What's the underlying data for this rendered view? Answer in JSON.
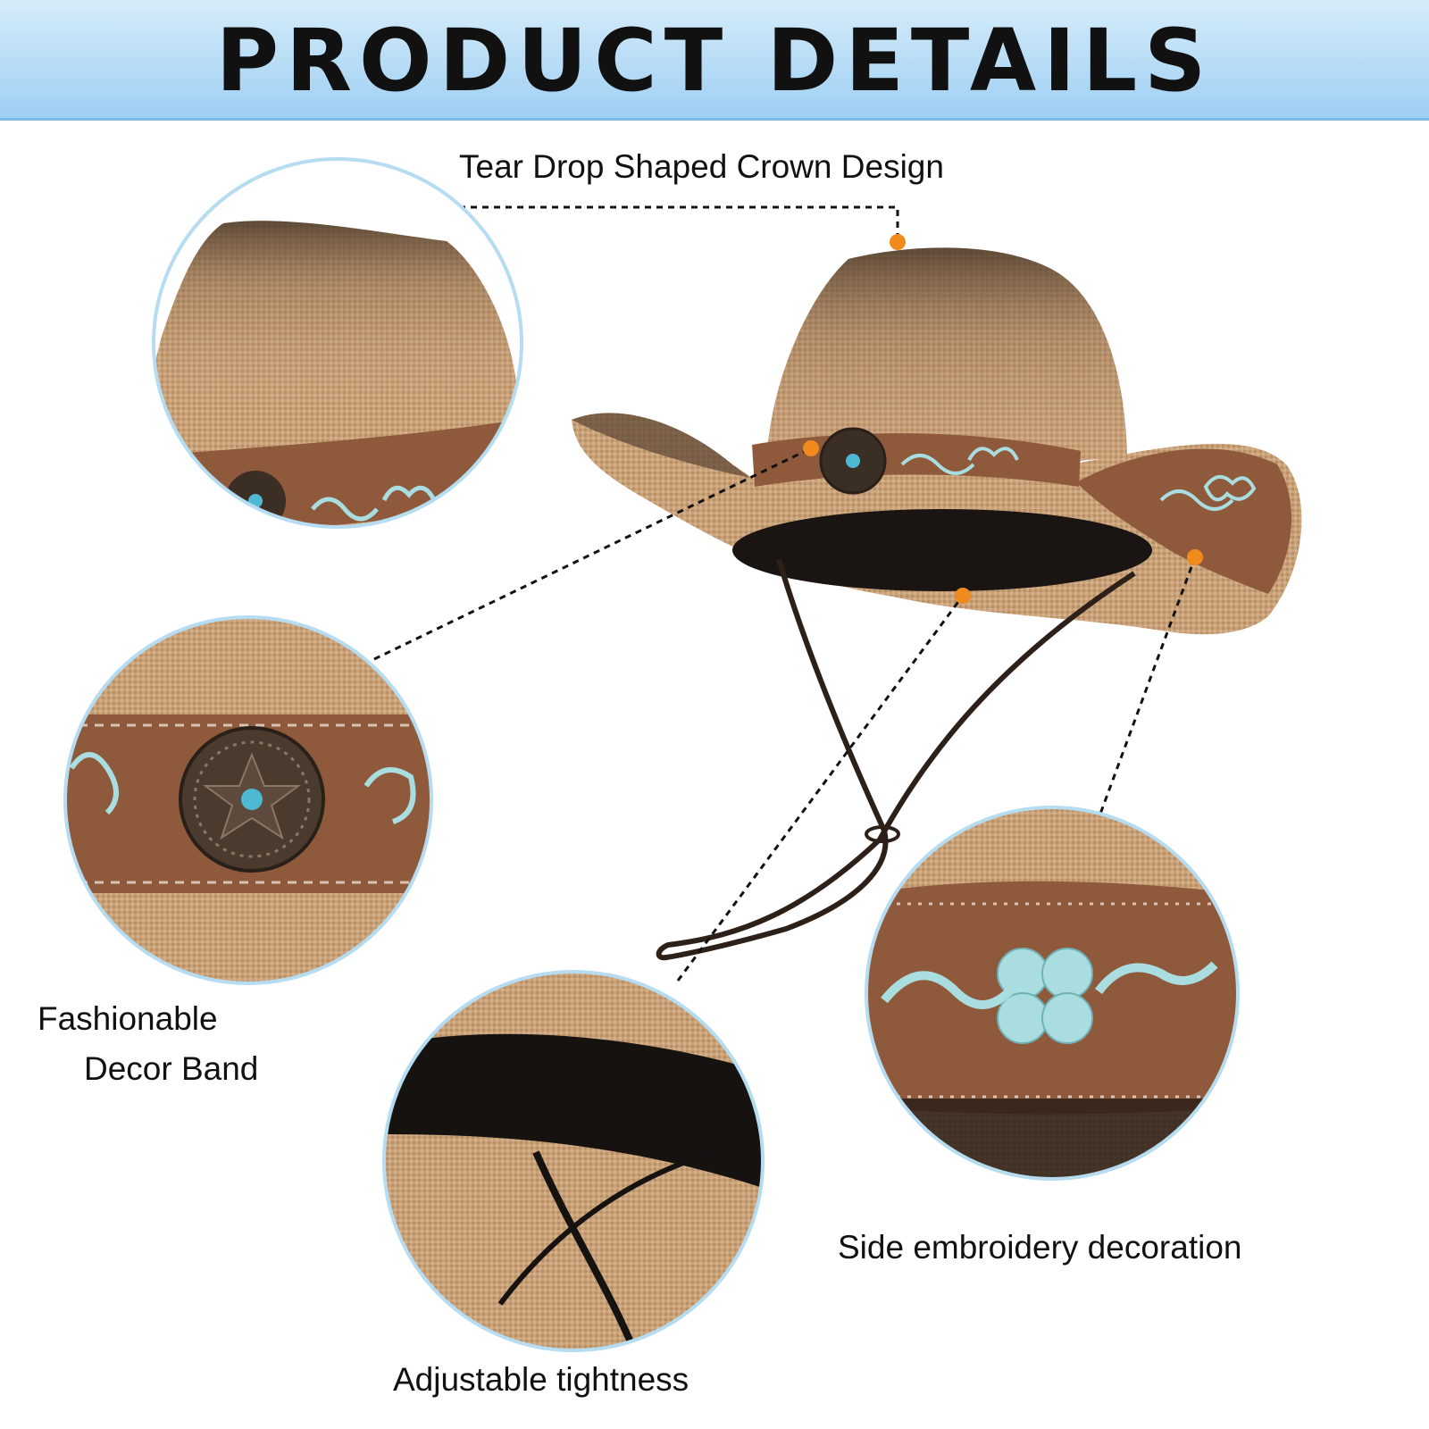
{
  "header": {
    "title": "PRODUCT DETAILS"
  },
  "callouts": {
    "crown": "Tear Drop Shaped Crown Design",
    "band_line1": "Fashionable",
    "band_line2": "Decor Band",
    "embroidery": "Side embroidery decoration",
    "tightness": "Adjustable tightness"
  },
  "colors": {
    "banner": "#b7dcf6",
    "accent_dot": "#f08a1c",
    "straw": "#c9a27a",
    "leather": "#8f5a3c",
    "embroidery": "#a9dde0",
    "circle_border": "#b5dcf1"
  }
}
